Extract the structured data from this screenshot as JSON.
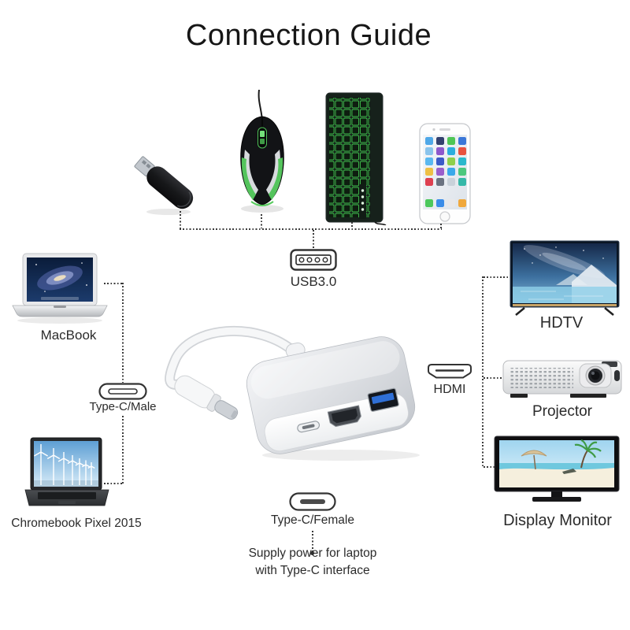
{
  "title": "Connection Guide",
  "colors": {
    "line": "#3a3a3a",
    "label": "#2b2b2b",
    "keyboard_green": "#3fbf4c",
    "usb_blue": "#2f6fd6",
    "adapter_silver": "#c6c9ce"
  },
  "usb_group": {
    "label": "USB3.0",
    "devices": [
      {
        "name": "usb-flash-drive"
      },
      {
        "name": "gaming-mouse"
      },
      {
        "name": "backlit-keyboard"
      },
      {
        "name": "smartphone"
      }
    ]
  },
  "typec_male_group": {
    "port_label": "Type-C/Male",
    "devices": [
      {
        "label": "MacBook"
      },
      {
        "label": "Chromebook Pixel 2015"
      }
    ]
  },
  "hdmi_group": {
    "port_label": "HDMI",
    "devices": [
      {
        "label": "HDTV"
      },
      {
        "label": "Projector"
      },
      {
        "label": "Display Monitor"
      }
    ]
  },
  "power_group": {
    "port_label": "Type-C/Female",
    "note_line1": "Supply power for laptop",
    "note_line2": "with Type-C interface"
  }
}
